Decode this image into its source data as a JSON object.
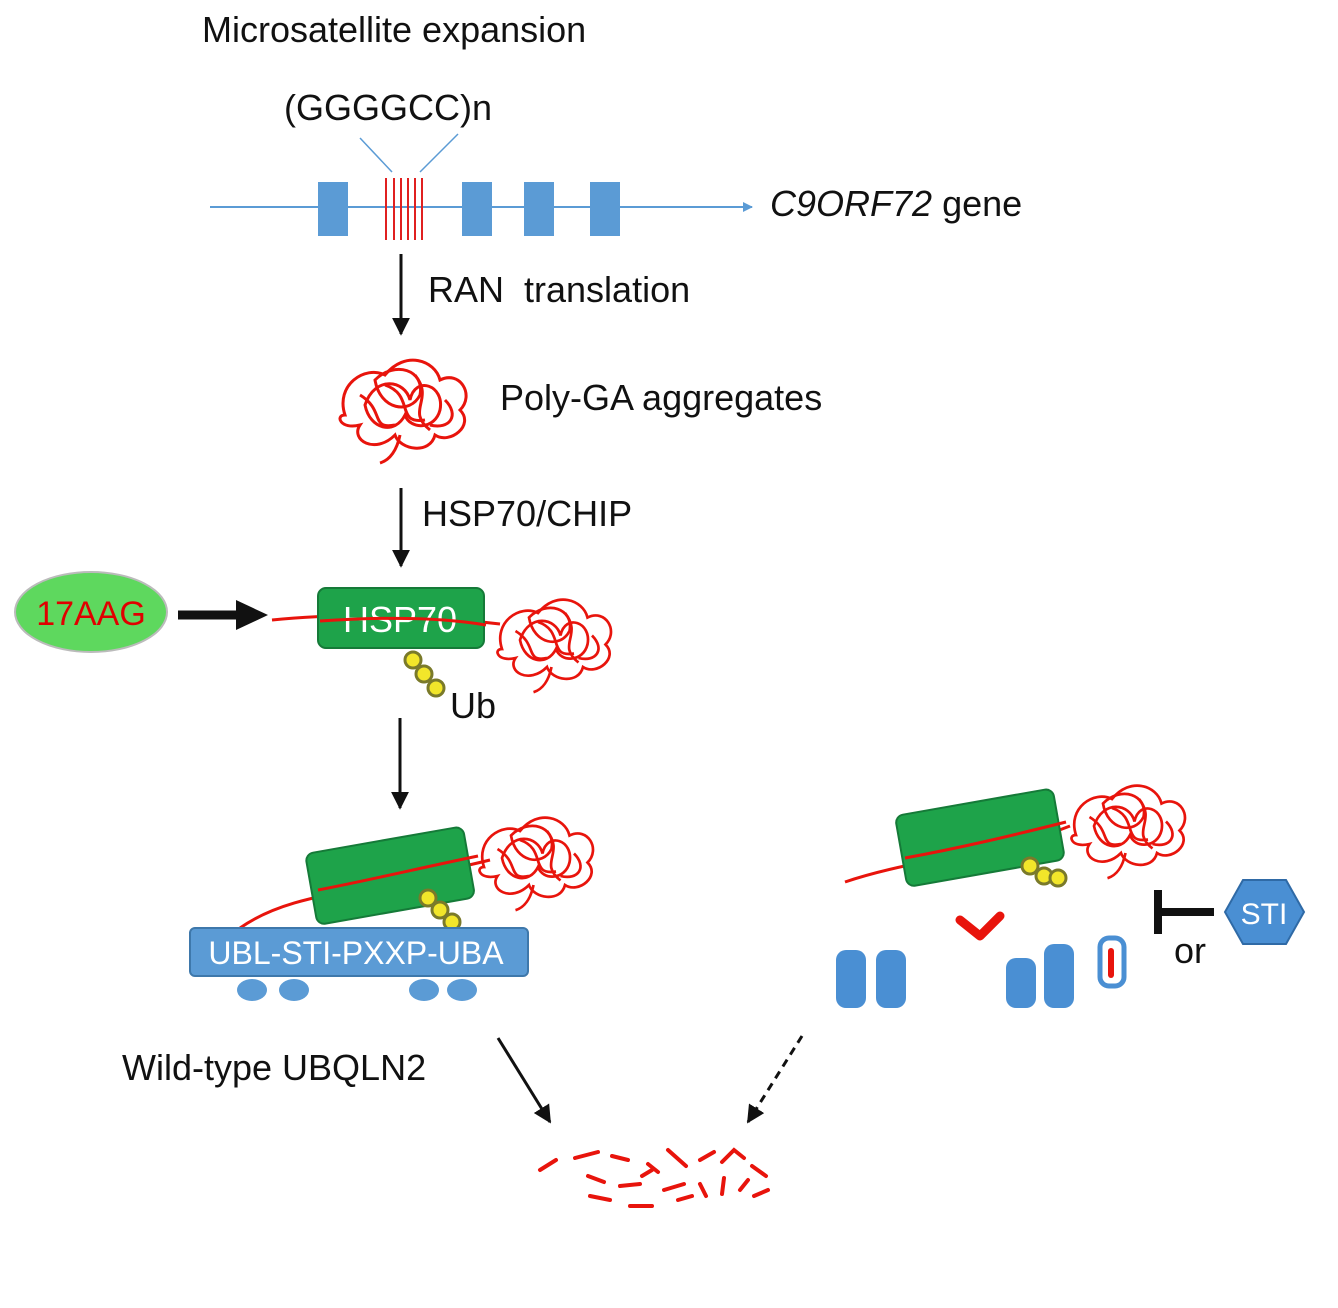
{
  "labels": {
    "title": "Microsatellite expansion",
    "repeat": "(GGGGCC)n",
    "gene_name": "C9ORF72",
    "gene_suffix": " gene",
    "step1": "RAN  translation",
    "aggregates": "Poly-GA aggregates",
    "step2": "HSP70/CHIP",
    "drug": "17AAG",
    "hsp70": "HSP70",
    "ub": "Ub",
    "ubqln2_domains": "UBL-STI-PXXP-UBA",
    "wild_type": "Wild-type UBQLN2",
    "sti": "STI",
    "or": "or"
  },
  "colors": {
    "gene_line": "#5b9bd5",
    "exon": "#5b9bd5",
    "repeat": "#e02020",
    "aggregate": "#e8140c",
    "hsp70": "#1ea34a",
    "hsp70_border": "#157a38",
    "ub": "#f2e62a",
    "ubqln2": "#5b9bd5",
    "drug_fill": "#5ed85e",
    "drug_text": "#e00000",
    "arrow": "#111111"
  }
}
